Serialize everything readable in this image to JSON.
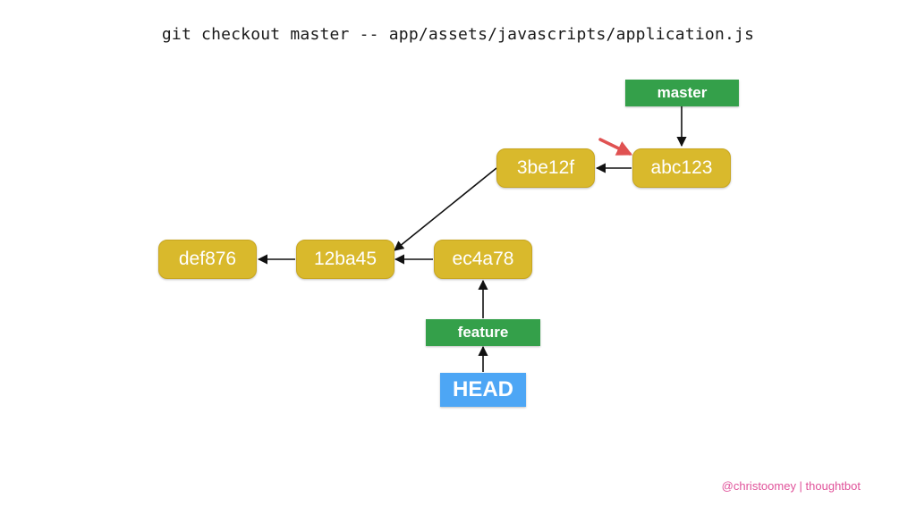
{
  "command": "git checkout master -- app/assets/javascripts/application.js",
  "commits": {
    "c_3be12f": "3be12f",
    "c_abc123": "abc123",
    "c_def876": "def876",
    "c_12ba45": "12ba45",
    "c_ec4a78": "ec4a78"
  },
  "branches": {
    "master": "master",
    "feature": "feature"
  },
  "head_label": "HEAD",
  "credit": "@christoomey | thoughtbot",
  "colors": {
    "commit": "#d9b92c",
    "branch": "#34a04a",
    "head": "#4da6f5",
    "highlight_arrow": "#e05252"
  }
}
